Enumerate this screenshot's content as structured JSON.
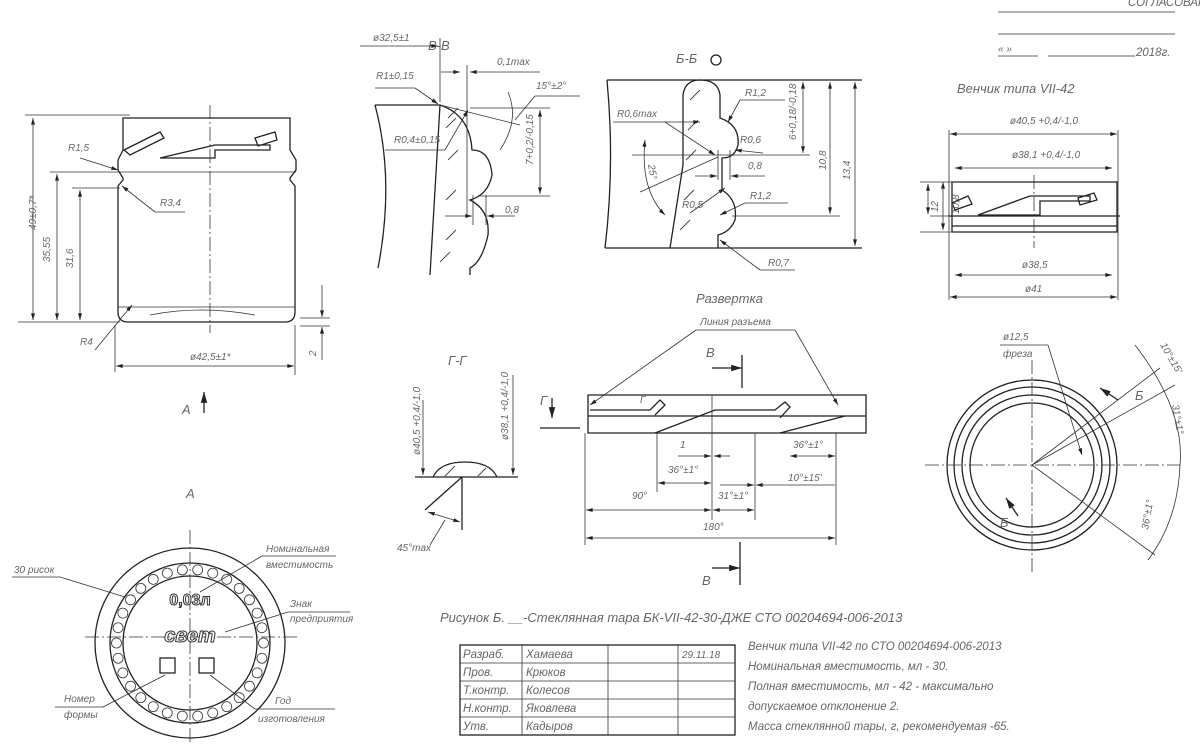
{
  "approval": {
    "title": "СОГЛАСОВАНО",
    "quote": "«    »",
    "year": "2018г."
  },
  "main_view": {
    "dim_height": "49±0,7*",
    "dim_35": "35,55",
    "dim_31": "31,6",
    "r15": "R1,5",
    "r34": "R3,4",
    "r4": "R4",
    "diameter": "ø42,5±1*",
    "bottom": "2",
    "view_arrow": "А"
  },
  "section_vv": {
    "title": "В-В",
    "d325": "ø32,5±1",
    "r1": "R1±0,15",
    "max01": "0,1max",
    "angle": "15°±2°",
    "r04": "R0,4±0,15",
    "h7": "7+0,2/-0,15",
    "w08": "0,8"
  },
  "section_bb": {
    "title": "Б-Б",
    "r12a": "R1,2",
    "r06max": "R0,6max",
    "r06": "R0,6",
    "h6": "6+0,18/-0,18",
    "h108": "10,8",
    "h134": "13,4",
    "w08": "0,8",
    "angle": "25°",
    "r05": "R0,5",
    "r12b": "R1,2",
    "r07": "R0,7"
  },
  "finish": {
    "title": "Венчик типа VII-42",
    "d405": "ø40,5 +0,4/-1,0",
    "d381": "ø38,1 +0,4/-1,0",
    "h12": "12",
    "h108": "10,8",
    "d385": "ø38,5",
    "d41": "ø41"
  },
  "top_view": {
    "d125": "ø12,5",
    "cutter": "фреза",
    "a10": "10°±15'",
    "a31": "31°±1°",
    "a36": "36°±1°",
    "section_mark_1": "Б",
    "section_mark_2": "Б"
  },
  "development": {
    "title": "Развертка",
    "parting_line": "Линия разъема",
    "mark_v_top": "В",
    "mark_g_left": "Г",
    "mark_g_inner": "Г",
    "w1": "1",
    "a36a": "36°±1°",
    "a36b": "36°±1°",
    "a10": "10°±15'",
    "a90": "90°",
    "a31": "31°±1°",
    "a180": "180°",
    "mark_v_bottom": "В"
  },
  "section_gg": {
    "title": "Г-Г",
    "d405": "ø40,5 +0,4/-1,0",
    "d381": "ø38,1 +0,4/-1,0",
    "a45": "45°max"
  },
  "view_a": {
    "title": "А",
    "risks": "30 рисок",
    "nominal_1": "Номинальная",
    "nominal_2": "вместимость",
    "volume": "0,03л",
    "brand_1": "Знак",
    "brand_2": "предприятия",
    "logo": "свет",
    "mold_1": "Номер",
    "mold_2": "формы",
    "year_1": "Год",
    "year_2": "изготовления"
  },
  "caption": "Рисунок Б. __-Стеклянная тара БК-VII-42-30-ДЖЕ СТО 00204694-006-2013",
  "signatures": [
    {
      "role": "Разраб.",
      "name": "Хамаева",
      "date": "29.11.18"
    },
    {
      "role": "Пров.",
      "name": "Крюков",
      "date": ""
    },
    {
      "role": "Т.контр.",
      "name": "Колесов",
      "date": ""
    },
    {
      "role": "Н.контр.",
      "name": "Яковлева",
      "date": ""
    },
    {
      "role": "Утв.",
      "name": "Кадыров",
      "date": ""
    }
  ],
  "notes": [
    "Венчик типа VII-42 по СТО 00204694-006-2013",
    "Номинальная вместимость, мл - 30.",
    "Полная вместимость, мл  - 42 - максимально",
    "допускаемое отклонение 2.",
    "Масса стеклянной тары, г, рекомендуемая -65."
  ]
}
